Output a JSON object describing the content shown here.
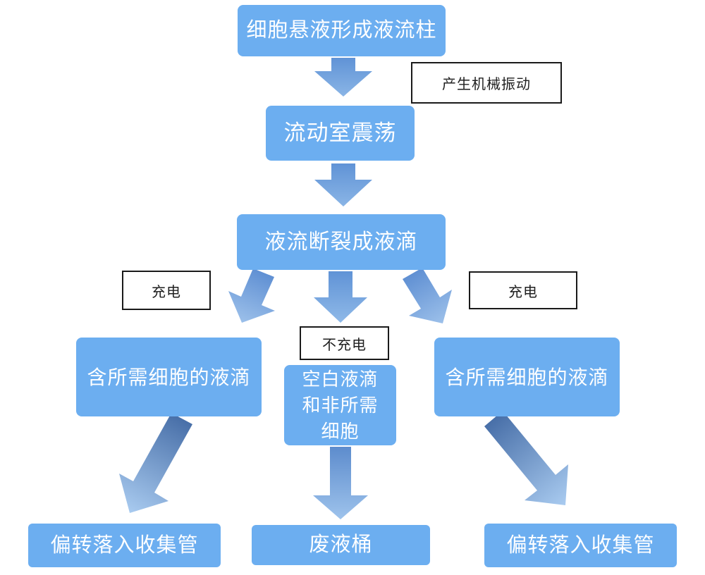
{
  "nodes": {
    "cell_suspension": {
      "label": "细胞悬液形成液流柱"
    },
    "flow_chamber": {
      "label": "流动室震荡"
    },
    "stream_breaks": {
      "label": "液流断裂成液滴"
    },
    "left_droplets": {
      "label": "含所需细胞的液滴"
    },
    "blank_droplets": {
      "label": "空白液滴\n和非所需\n细胞"
    },
    "right_droplets": {
      "label": "含所需细胞的液滴"
    },
    "left_collect": {
      "label": "偏转落入收集管"
    },
    "waste": {
      "label": "废液桶"
    },
    "right_collect": {
      "label": "偏转落入收集管"
    }
  },
  "annotations": {
    "vibration": "产生机械振动",
    "charge_left": "充电",
    "no_charge": "不充电",
    "charge_right": "充电"
  },
  "colors": {
    "node_fill": "#6CAEF0",
    "node_text": "#FFFFFF",
    "annotation_border": "#1A1A1A",
    "annotation_text": "#1F1F1F",
    "background": "#FFFFFF",
    "arrow_dark": "#486FA8",
    "arrow_light": "#A9CBF0"
  }
}
